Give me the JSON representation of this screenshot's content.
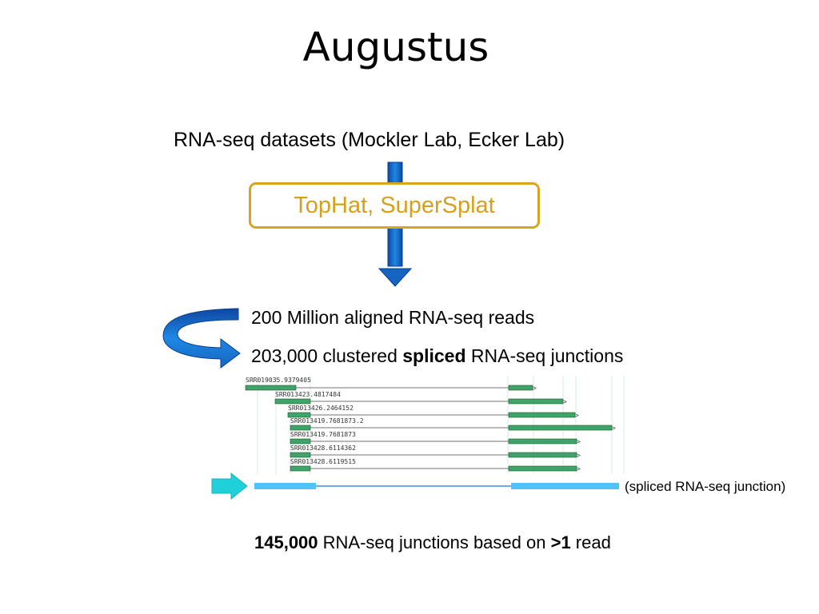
{
  "slide": {
    "title": "Augustus",
    "subtitle": "RNA-seq datasets (Mockler Lab, Ecker Lab)",
    "tool_label": "TopHat, SuperSplat",
    "reads_text": "200 Million aligned RNA-seq reads",
    "junctions": {
      "prefix": "203,000 clustered ",
      "emphasis": "spliced",
      "suffix": " RNA-seq junctions"
    },
    "junction_caption": "(spliced RNA-seq junction)",
    "summary": {
      "count": "145,000",
      "middle": " RNA-seq junctions based on ",
      "threshold": ">1",
      "suffix": " read"
    },
    "read_ids": [
      "SRR019035.9379405",
      "SRR013423.4817484",
      "SRR013426.2464152",
      "SRR013419.7681873.2",
      "SRR013419.7681873",
      "SRR013428.6114362",
      "SRR013428.6119515"
    ]
  },
  "colors": {
    "arrow_blue": "#1565c0",
    "box_border": "#d9a520",
    "tool_text": "#d3a11e",
    "exon_green": "#3fa36b",
    "junction_cyan": "#4fc3f7",
    "pointer_cyan": "#1fd0d8"
  },
  "icons": {
    "down_arrow": "down-arrow-icon",
    "curved_arrow": "curved-arrow-icon",
    "pointer_arrow": "right-arrow-icon"
  }
}
